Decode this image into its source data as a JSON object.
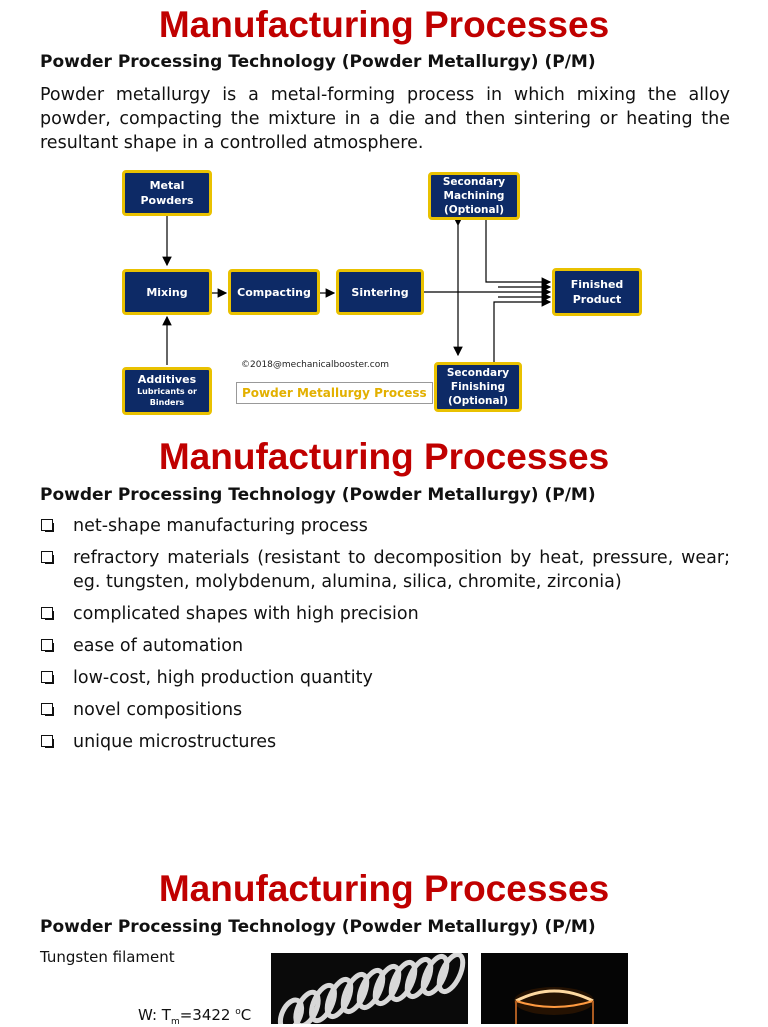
{
  "slides": [
    {
      "title": "Manufacturing Processes",
      "subtitle": "Powder Processing Technology (Powder Metallurgy) (P/M)",
      "paragraph": "Powder metallurgy is a metal-forming process in which mixing the alloy powder, compacting the mixture in a die and then sintering or heating the resultant shape in a controlled atmosphere.",
      "diagram": {
        "metal_powders": [
          "Metal",
          "Powders"
        ],
        "mixing": "Mixing",
        "compacting": "Compacting",
        "sintering": "Sintering",
        "additives": "Additives",
        "additives_sub": [
          "Lubricants or",
          "Binders"
        ],
        "secondary_machining": [
          "Secondary",
          "Machining",
          "(Optional)"
        ],
        "secondary_finishing": [
          "Secondary",
          "Finishing",
          "(Optional)"
        ],
        "finished_product": [
          "Finished",
          "Product"
        ],
        "copyright": "©2018@mechanicalbooster.com",
        "caption": "Powder Metallurgy Process",
        "node_color": "#0d2a66",
        "border_color": "#e9c100"
      }
    },
    {
      "title": "Manufacturing Processes",
      "subtitle": "Powder Processing Technology (Powder Metallurgy) (P/M)",
      "bullets": [
        "net-shape manufacturing process",
        "refractory materials (resistant to decomposition by heat, pressure, wear; eg. tungsten, molybdenum, alumina, silica, chromite, zirconia)",
        "complicated shapes with high precision",
        "ease of automation",
        "low-cost, high production quantity",
        "novel compositions",
        "unique microstructures"
      ]
    },
    {
      "title": "Manufacturing Processes",
      "subtitle": "Powder Processing Technology (Powder Metallurgy) (P/M)",
      "filament_label": "Tungsten filament",
      "melt_prefix": "W: T",
      "melt_sub": "m",
      "melt_value": "=3422 ",
      "melt_sup": "o",
      "melt_unit": "C"
    }
  ],
  "colors": {
    "title": "#c00000"
  }
}
